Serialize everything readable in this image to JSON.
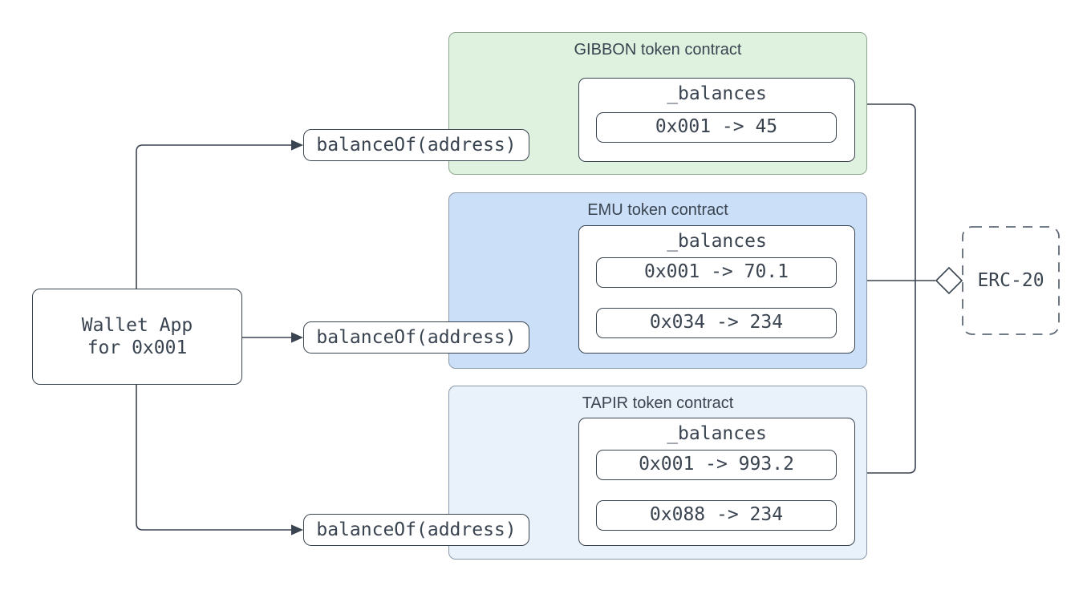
{
  "diagram": {
    "wallet": {
      "line1": "Wallet App",
      "line2": "for 0x001"
    },
    "call_label": "balanceOf(address)",
    "balances_label": "_balances",
    "interface_label": "ERC-20",
    "contracts": [
      {
        "title": "GIBBON token contract",
        "fill": "#dff2df",
        "border": "#8ea58e",
        "entries": [
          "0x001 -> 45"
        ]
      },
      {
        "title": "EMU token contract",
        "fill": "#cbe0f8",
        "border": "#8b99ab",
        "entries": [
          "0x001 -> 70.1",
          "0x034 -> 234"
        ]
      },
      {
        "title": "TAPIR token contract",
        "fill": "#e9f1fb",
        "border": "#8b99ab",
        "entries": [
          "0x001 -> 993.2",
          "0x088 -> 234"
        ]
      }
    ],
    "colors": {
      "stroke": "#3a4450",
      "text": "#3a4450",
      "interface_dash": "#5f6a77",
      "background": "#ffffff"
    }
  }
}
